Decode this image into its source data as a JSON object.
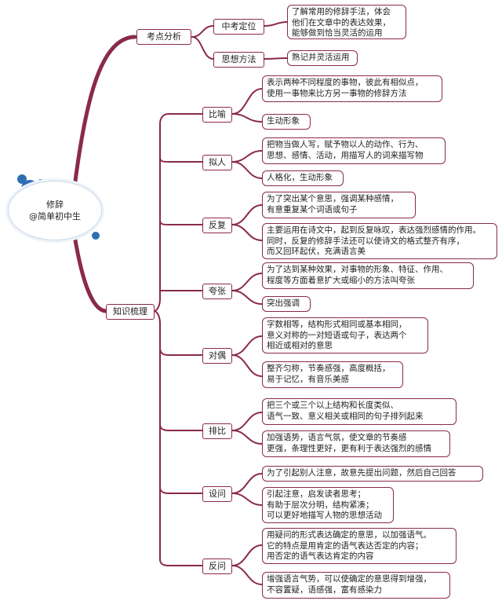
{
  "root": {
    "title": "修辞",
    "subtitle": "@简单初中生"
  },
  "colors": {
    "branch": "#8a2a4a",
    "bubble": "#2e6db4"
  },
  "section1": {
    "label": "考点分析",
    "children": [
      {
        "label": "中考定位",
        "details": [
          "了解常用的修辞手法，体会\n他们在文章中的表达效果，\n能够做到恰当灵活的运用"
        ]
      },
      {
        "label": "思想方法",
        "details": [
          "熟记并灵活运用"
        ]
      }
    ]
  },
  "section2": {
    "label": "知识梳理",
    "children": [
      {
        "label": "比喻",
        "details": [
          "表示两种不同程度的事物，彼此有相似点，\n使用一事物来比方另一事物的修辞方法",
          "生动形象"
        ]
      },
      {
        "label": "拟人",
        "details": [
          "把物当做人写，赋予物以人的动作、行为、\n思想、感情、活动，用描写人的词来描写物",
          "人格化，生动形象"
        ]
      },
      {
        "label": "反复",
        "details": [
          "为了突出某个意思，强调某种感情，\n有意重复某个词语或句子",
          "主要运用在诗文中，起到反复咏叹，表达强烈感情的作用。\n同时，反复的修辞手法还可以使诗文的格式整齐有序，\n而又回环起伏，充满语言美"
        ]
      },
      {
        "label": "夸张",
        "details": [
          "为了达到某种效果，对事物的形象、特征、作用、\n程度等方面着意扩大或缩小的方法叫夸张",
          "突出强调"
        ]
      },
      {
        "label": "对偶",
        "details": [
          "字数相等，结构形式相同或基本相同，\n意义对称的一对短语或句子，表达两个\n相近或相对的意思",
          "整齐匀称，节奏感强，高度概括，\n易于记忆，有音乐美感"
        ]
      },
      {
        "label": "排比",
        "details": [
          "把三个或三个以上结构和长度类似、\n语气一致、意义相关或相同的句子排列起来",
          "加强语势，语言气氛，使文章的节奏感\n更强，条理性更好，更有利于表达强烈的感情"
        ]
      },
      {
        "label": "设问",
        "details": [
          "为了引起别人注意，故意先提出问题，然后自己回答",
          "引起注意，启发读者思考；\n有助于层次分明，结构紧凑；\n可以更好地描写人物的思想活动"
        ]
      },
      {
        "label": "反问",
        "details": [
          "用疑问的形式表达确定的意思，以加强语气。\n它的特点是用肯定的语气表达否定的内容；\n用否定的语气表达肯定的内容",
          "增强语言气势，可以使确定的意思得到增强，\n不容置疑，语感强，富有感染力"
        ]
      }
    ]
  }
}
